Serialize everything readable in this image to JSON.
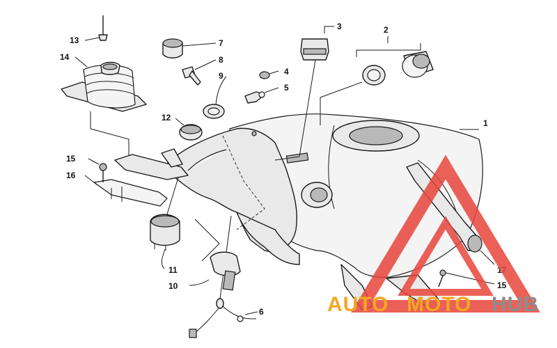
{
  "callouts": {
    "c1": "1",
    "c2": "2",
    "c3": "3",
    "c4": "4",
    "c5": "5",
    "c6": "6",
    "c7": "7",
    "c8": "8",
    "c9": "9",
    "c10": "10",
    "c11": "11",
    "c12": "12",
    "c13": "13",
    "c14": "14",
    "c15a": "15",
    "c15b": "15",
    "c16": "16",
    "c17": "17"
  },
  "watermark": {
    "part1": "AUTO",
    "part2": "MOTO",
    "part3": "HUB",
    "color_primary": "#f5a623",
    "color_secondary": "#8c8c8c",
    "triangle_color": "#e8463c"
  }
}
